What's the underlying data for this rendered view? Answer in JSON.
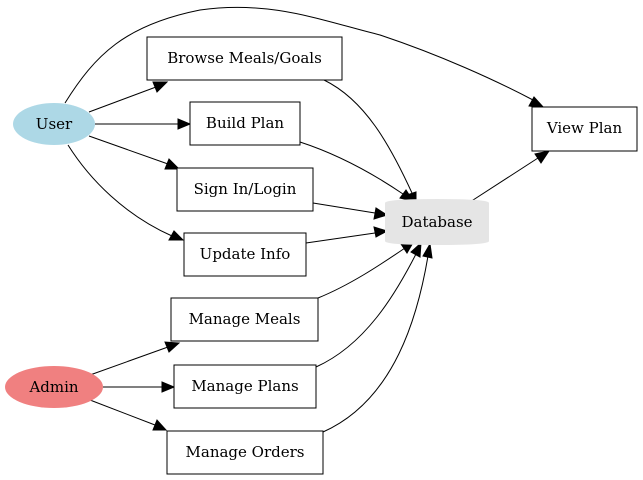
{
  "nodes": {
    "user": {
      "label": "User",
      "fill": "#add8e6"
    },
    "admin": {
      "label": "Admin",
      "fill": "#f08080"
    },
    "browse": {
      "label": "Browse Meals/Goals"
    },
    "build": {
      "label": "Build Plan"
    },
    "signin": {
      "label": "Sign In/Login"
    },
    "update": {
      "label": "Update Info"
    },
    "manage_meals": {
      "label": "Manage Meals"
    },
    "manage_plans": {
      "label": "Manage Plans"
    },
    "manage_orders": {
      "label": "Manage Orders"
    },
    "database": {
      "label": "Database",
      "fill": "#e5e5e5"
    },
    "view_plan": {
      "label": "View Plan"
    }
  }
}
